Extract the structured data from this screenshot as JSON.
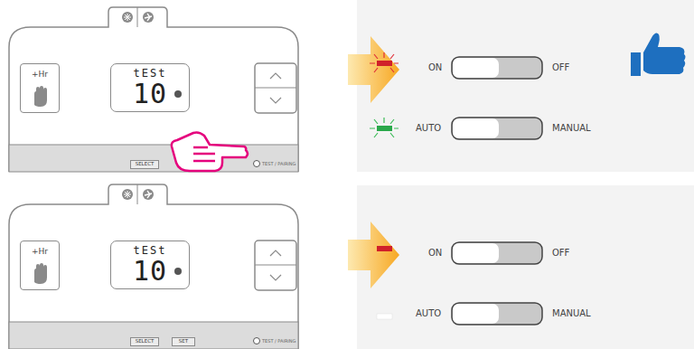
{
  "diagram": {
    "nodes": [
      {
        "text": [
          "tESt",
          "10"
        ]
      },
      {
        "text": [
          "+Hr"
        ]
      },
      {
        "text": [
          "SELECT"
        ]
      },
      {
        "text": [
          "tESt",
          "10"
        ]
      },
      {
        "text": [
          "+Hr"
        ]
      },
      {
        "text": [
          "SELECT"
        ]
      },
      {
        "text": [
          "SET"
        ]
      }
    ],
    "labels": [
      "TEST / PAIRING",
      "ON",
      "OFF",
      "AUTO",
      "MANUAL",
      "TEST / PAIRING",
      "ON",
      "OFF",
      "AUTO",
      "MANUAL"
    ]
  }
}
